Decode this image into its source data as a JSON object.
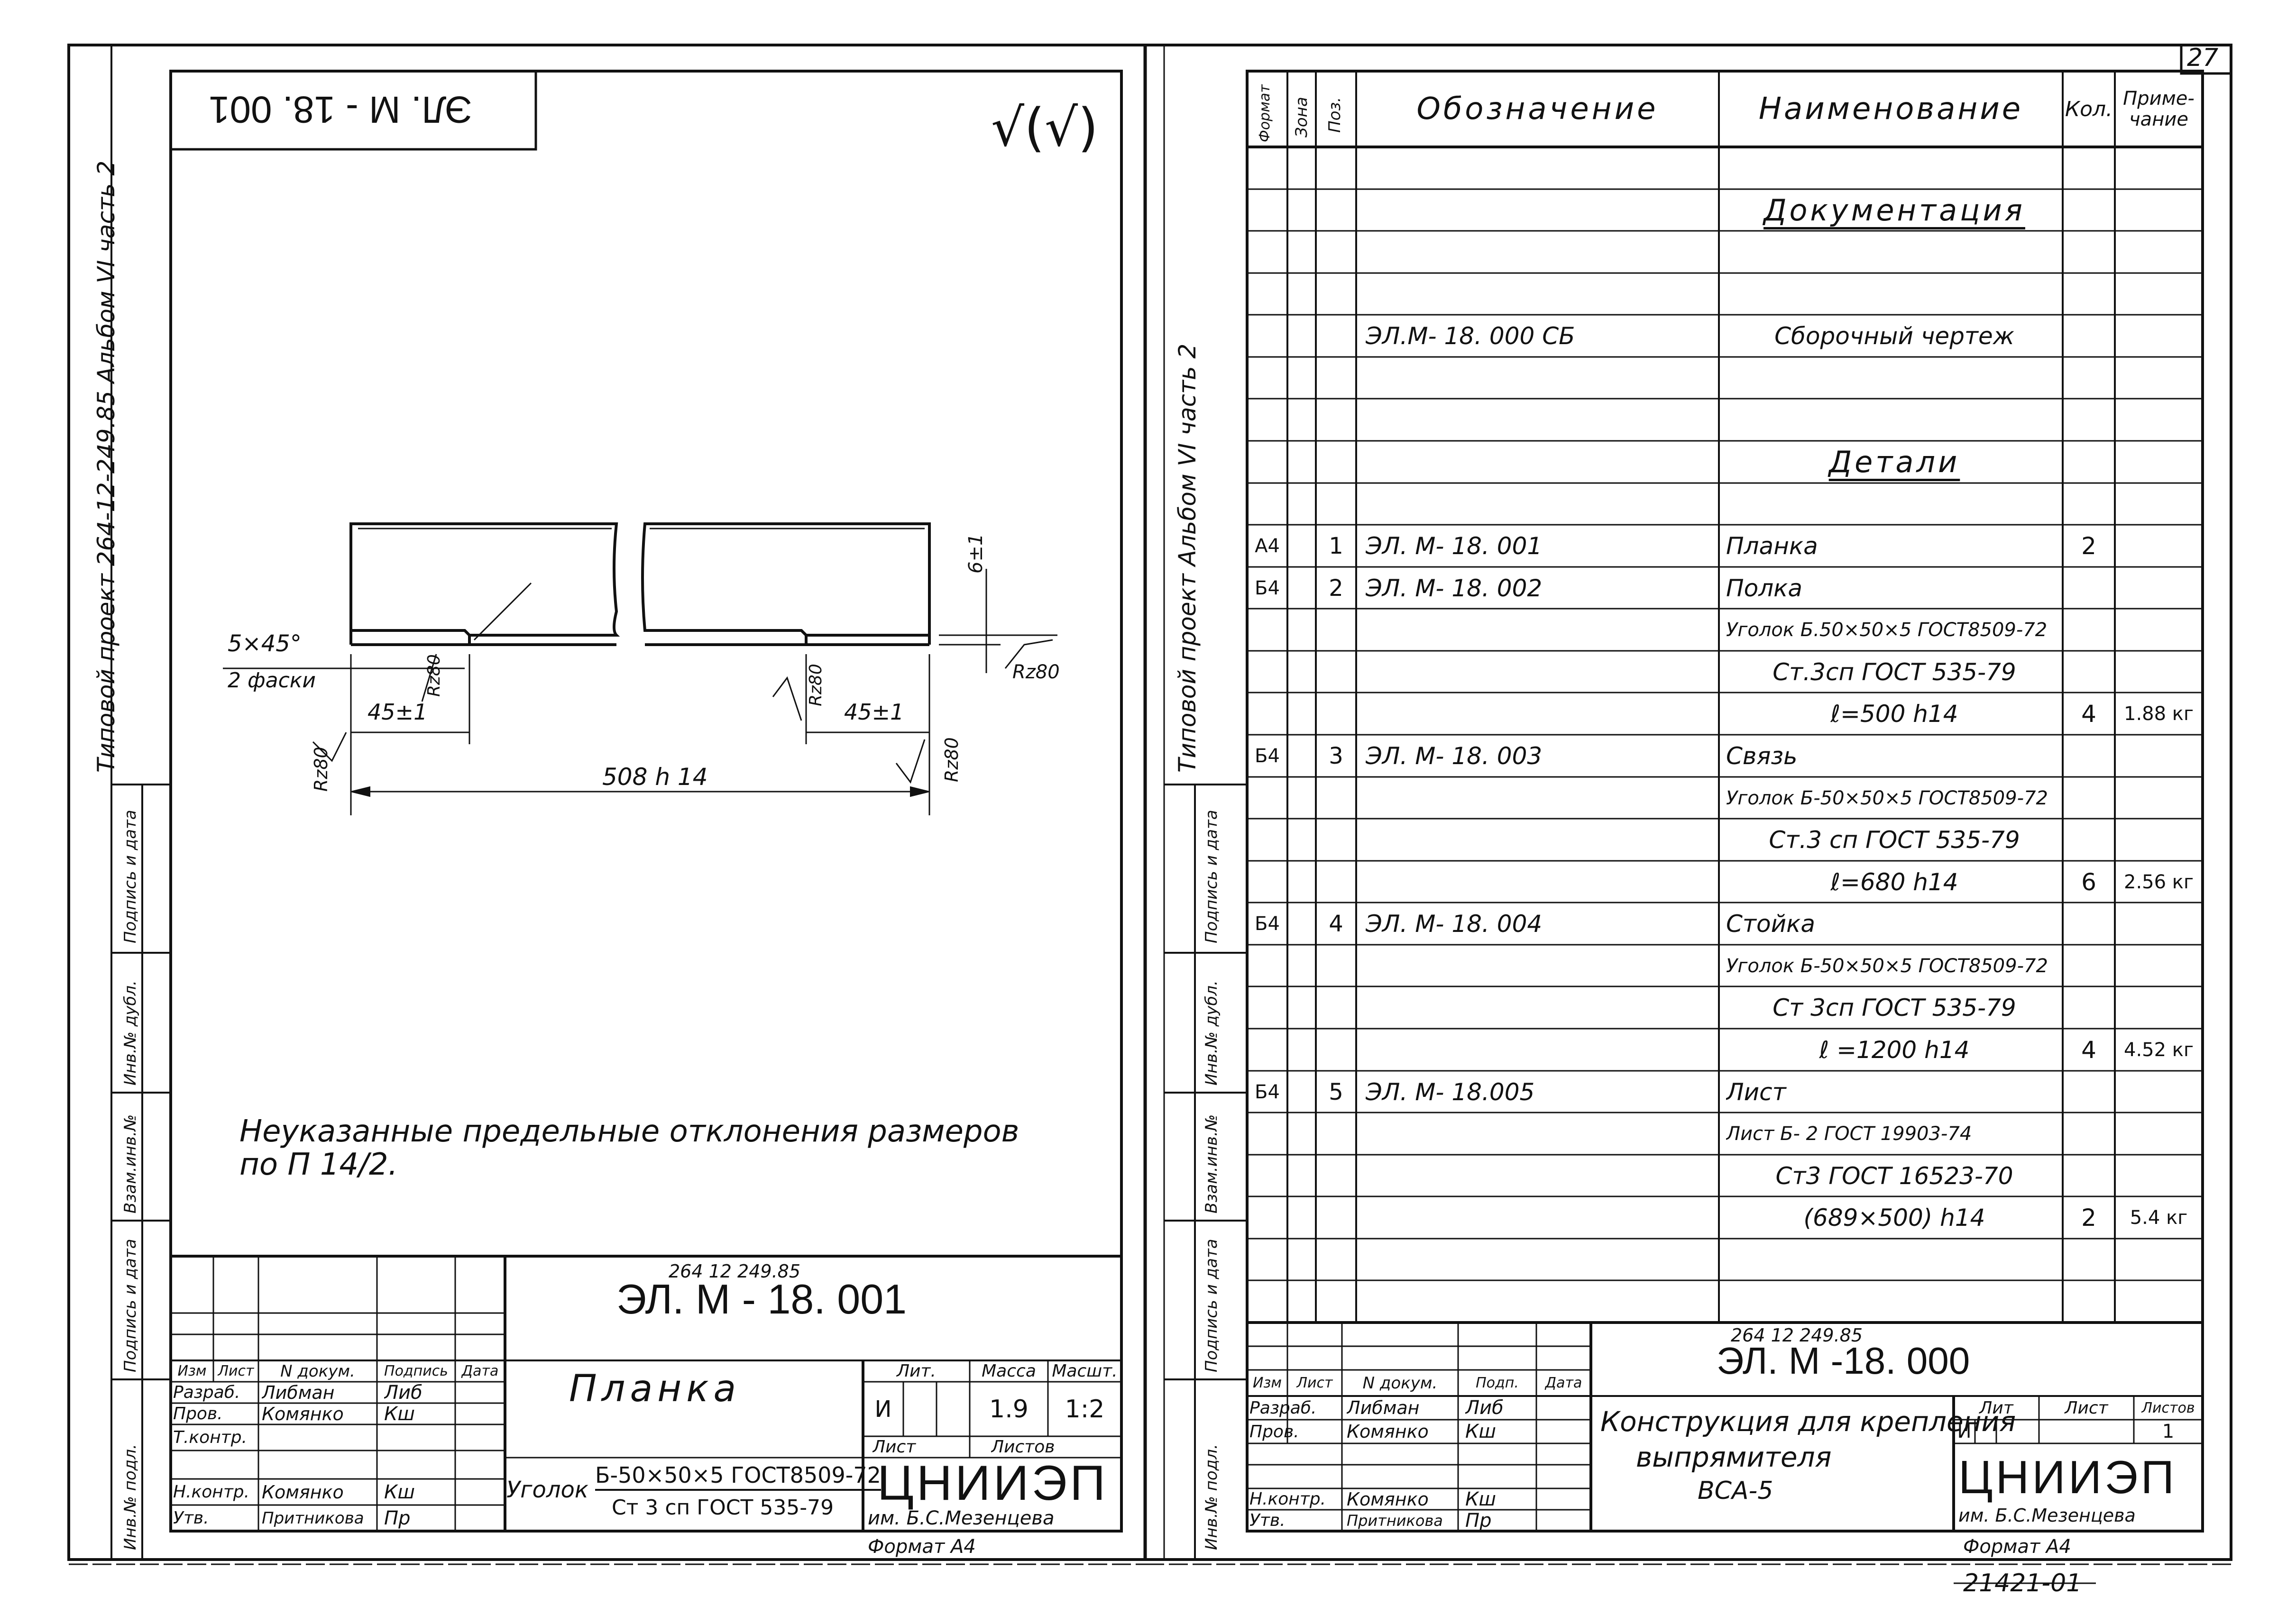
{
  "page_number": "27",
  "footer_code": "21421-01",
  "left_sheet": {
    "mirrored_stamp": "ЭЛ. М - 18. 001",
    "roughness_mark": "√(√)",
    "side_strip": {
      "project": "Типовой проект 264-12-249.85 Альбом VI часть 2",
      "cells": [
        "Подпись и дата",
        "Инв.№ дубл.",
        "Взам.инв.№",
        "Подпись и дата",
        "Инв.№ подл."
      ]
    },
    "drawing": {
      "chamfer": "5×45°",
      "chamfer_note": "2 фаски",
      "dim_45_left": "45±1",
      "dim_45_right": "45±1",
      "dim_length": "508 h 14",
      "dim_6": "6±1",
      "rz_labels": [
        "Rz80",
        "Rz80",
        "Rz80",
        "Rz80",
        "Rz80"
      ]
    },
    "note": [
      "Неуказанные предельные отклонения размеров",
      "по П 14/2."
    ],
    "title_block": {
      "code_small": "264 12 249.85",
      "code": "ЭЛ. М - 18. 001",
      "name": "Планка",
      "headers": [
        "Изм",
        "Лист",
        "N докум.",
        "Подпись",
        "Дата"
      ],
      "rows": [
        {
          "role": "Разраб.",
          "person": "Либман",
          "sign": "Либ"
        },
        {
          "role": "Пров.",
          "person": "Комянко",
          "sign": "Кш"
        },
        {
          "role": "Т.контр.",
          "person": "",
          "sign": ""
        },
        {
          "role": "Н.контр.",
          "person": "Комянко",
          "sign": "Кш"
        },
        {
          "role": "Утв.",
          "person": "Притникова",
          "sign": "Пр"
        }
      ],
      "lit_label": "Лит.",
      "mass_label": "Масса",
      "scale_label": "Масшт.",
      "lit_value": "И",
      "mass_value": "1.9",
      "scale_value": "1:2",
      "sheet_label": "Лист",
      "sheets_label": "Листов",
      "material_prefix": "Уголок",
      "material_top": "Б-50×50×5 ГОСТ8509-72",
      "material_bottom": "Ст 3 сп ГОСТ 535-79",
      "org": "ЦНИИЭП",
      "org_sub": "им. Б.С.Мезенцева"
    },
    "format": "Формат А4"
  },
  "right_sheet": {
    "side_strip": {
      "project": "Типовой проект Альбом VI часть 2",
      "cells": [
        "Подпись и дата",
        "Инв.№ дубл.",
        "Взам.инв.№",
        "Подпись и дата",
        "Инв.№ подл."
      ]
    },
    "spec_headers": {
      "format": "Формат",
      "zone": "Зона",
      "pos": "Поз.",
      "designation": "Обозначение",
      "name": "Наименование",
      "qty": "Кол.",
      "note": "Приме-\nчание"
    },
    "spec_rows": [
      {
        "fmt": "",
        "pos": "",
        "des": "",
        "name": "",
        "qty": "",
        "note": ""
      },
      {
        "fmt": "",
        "pos": "",
        "des": "",
        "name": "Документация",
        "qty": "",
        "note": "",
        "heading": true
      },
      {
        "fmt": "",
        "pos": "",
        "des": "",
        "name": "",
        "qty": "",
        "note": ""
      },
      {
        "fmt": "",
        "pos": "",
        "des": "",
        "name": "",
        "qty": "",
        "note": ""
      },
      {
        "fmt": "",
        "pos": "",
        "des": "ЭЛ.М- 18. 000 СБ",
        "name": "Сборочный чертеж",
        "qty": "",
        "note": ""
      },
      {
        "fmt": "",
        "pos": "",
        "des": "",
        "name": "",
        "qty": "",
        "note": ""
      },
      {
        "fmt": "",
        "pos": "",
        "des": "",
        "name": "",
        "qty": "",
        "note": ""
      },
      {
        "fmt": "",
        "pos": "",
        "des": "",
        "name": "Детали",
        "qty": "",
        "note": "",
        "heading": true
      },
      {
        "fmt": "",
        "pos": "",
        "des": "",
        "name": "",
        "qty": "",
        "note": ""
      },
      {
        "fmt": "А4",
        "pos": "1",
        "des": "ЭЛ. М- 18. 001",
        "name": "Планка",
        "qty": "2",
        "note": ""
      },
      {
        "fmt": "Б4",
        "pos": "2",
        "des": "ЭЛ. М- 18. 002",
        "name": "Полка",
        "qty": "",
        "note": ""
      },
      {
        "fmt": "",
        "pos": "",
        "des": "",
        "name": "Уголок Б.50×50×5 ГОСТ8509-72",
        "qty": "",
        "note": ""
      },
      {
        "fmt": "",
        "pos": "",
        "des": "",
        "name": "Ст.3сп ГОСТ 535-79",
        "qty": "",
        "note": ""
      },
      {
        "fmt": "",
        "pos": "",
        "des": "",
        "name": "ℓ=500 h14",
        "qty": "4",
        "note": "1.88 кг"
      },
      {
        "fmt": "Б4",
        "pos": "3",
        "des": "ЭЛ. М- 18. 003",
        "name": "Связь",
        "qty": "",
        "note": ""
      },
      {
        "fmt": "",
        "pos": "",
        "des": "",
        "name": "Уголок Б-50×50×5 ГОСТ8509-72",
        "qty": "",
        "note": ""
      },
      {
        "fmt": "",
        "pos": "",
        "des": "",
        "name": "Ст.3 сп ГОСТ 535-79",
        "qty": "",
        "note": ""
      },
      {
        "fmt": "",
        "pos": "",
        "des": "",
        "name": "ℓ=680 h14",
        "qty": "6",
        "note": "2.56 кг"
      },
      {
        "fmt": "Б4",
        "pos": "4",
        "des": "ЭЛ. М- 18. 004",
        "name": "Стойка",
        "qty": "",
        "note": ""
      },
      {
        "fmt": "",
        "pos": "",
        "des": "",
        "name": "Уголок Б-50×50×5 ГОСТ8509-72",
        "qty": "",
        "note": ""
      },
      {
        "fmt": "",
        "pos": "",
        "des": "",
        "name": "Ст 3сп ГОСТ 535-79",
        "qty": "",
        "note": ""
      },
      {
        "fmt": "",
        "pos": "",
        "des": "",
        "name": "ℓ =1200 h14",
        "qty": "4",
        "note": "4.52 кг"
      },
      {
        "fmt": "Б4",
        "pos": "5",
        "des": "ЭЛ. М- 18.005",
        "name": "Лист",
        "qty": "",
        "note": ""
      },
      {
        "fmt": "",
        "pos": "",
        "des": "",
        "name": "Лист Б- 2 ГОСТ 19903-74",
        "qty": "",
        "note": ""
      },
      {
        "fmt": "",
        "pos": "",
        "des": "",
        "name": "Ст3 ГОСТ 16523-70",
        "qty": "",
        "note": ""
      },
      {
        "fmt": "",
        "pos": "",
        "des": "",
        "name": "(689×500) h14",
        "qty": "2",
        "note": "5.4 кг"
      },
      {
        "fmt": "",
        "pos": "",
        "des": "",
        "name": "",
        "qty": "",
        "note": ""
      },
      {
        "fmt": "",
        "pos": "",
        "des": "",
        "name": "",
        "qty": "",
        "note": ""
      }
    ],
    "title_block": {
      "code_small": "264 12 249.85",
      "code": "ЭЛ. М -18. 000",
      "name_lines": [
        "Конструкция для крепления",
        "выпрямителя",
        "ВСА-5"
      ],
      "headers": [
        "Изм",
        "Лист",
        "N докум.",
        "Подп.",
        "Дата"
      ],
      "rows": [
        {
          "role": "Разраб.",
          "person": "Либман",
          "sign": "Либ"
        },
        {
          "role": "Пров.",
          "person": "Комянко",
          "sign": "Кш"
        },
        {
          "role": "",
          "person": "",
          "sign": ""
        },
        {
          "role": "Н.контр.",
          "person": "Комянко",
          "sign": "Кш"
        },
        {
          "role": "Утв.",
          "person": "Притникова",
          "sign": "Пр"
        }
      ],
      "lit_label": "Лит",
      "sheet_label": "Лист",
      "sheets_label": "Листов",
      "lit_value": "И",
      "sheets_value": "1",
      "org": "ЦНИИЭП",
      "org_sub": "им. Б.С.Мезенцева"
    },
    "format": "Формат А4"
  }
}
